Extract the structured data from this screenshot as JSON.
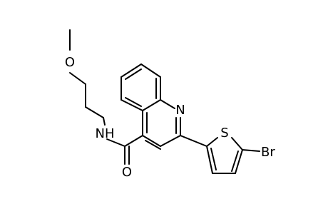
{
  "molecule": {
    "atoms": {
      "methoxy_o": "O",
      "amide_n": "NH",
      "amide_o": "O",
      "ring_n": "N",
      "thiophene_s": "S",
      "bromine": "Br"
    }
  }
}
